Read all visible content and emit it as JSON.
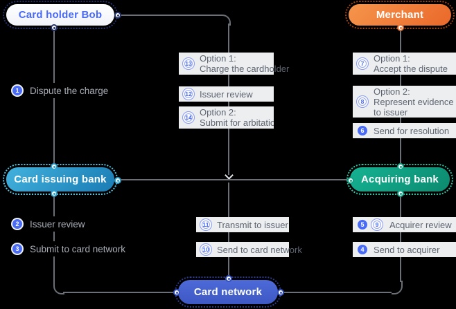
{
  "diagram": {
    "background": "#000000",
    "line_color": "#6b7077",
    "accent_blue": "#4a6bf5",
    "label_box_bg": "#edeef0",
    "label_box_text": "#5d6470",
    "dark_label_text": "#a9aeb6"
  },
  "nodes": {
    "card_holder": {
      "label": "Card holder Bob",
      "fill": "#ffffff",
      "text_color": "#4a6bf5",
      "border_color": "#26346e"
    },
    "merchant": {
      "label": "Merchant",
      "fill_from": "#f5954c",
      "fill_to": "#ea682a",
      "text_color": "#ffffff",
      "border_color": "#a34617"
    },
    "card_issuing_bank": {
      "label": "Card issuing bank",
      "fill_from": "#42b1dc",
      "fill_to": "#1a7cb4",
      "text_color": "#ffffff",
      "border_color": "#59c4df"
    },
    "acquiring_bank": {
      "label": "Acquiring bank",
      "fill_from": "#15b292",
      "fill_to": "#0c8a6f",
      "text_color": "#ffffff",
      "border_color": "#2fc3a4"
    },
    "card_network": {
      "label": "Card network",
      "fill_from": "#4d6ad8",
      "fill_to": "#3e58c4",
      "text_color": "#ffffff",
      "border_color": "#2c3c8a"
    }
  },
  "steps": {
    "s1": {
      "num": "1",
      "style": "filled",
      "text": "Dispute the charge"
    },
    "s2": {
      "num": "2",
      "style": "filled",
      "text": "Issuer review"
    },
    "s3": {
      "num": "3",
      "style": "filled",
      "text": "Submit to card network"
    },
    "s4": {
      "num": "4",
      "style": "filled",
      "text": "Send to acquirer"
    },
    "s5": {
      "num": "5",
      "style": "filled"
    },
    "s9": {
      "num": "9",
      "style": "outline"
    },
    "s5_9_text": "Acquirer review",
    "s6": {
      "num": "6",
      "style": "filled",
      "text": "Send for resolution"
    },
    "s7": {
      "num": "7",
      "style": "outline",
      "line1": "Option 1:",
      "line2": "Accept the dispute"
    },
    "s8": {
      "num": "8",
      "style": "outline",
      "line1": "Option 2:",
      "line2": "Represent evidence",
      "line3": "to issuer"
    },
    "s10": {
      "num": "10",
      "style": "outline",
      "text": "Send to card network"
    },
    "s11": {
      "num": "11",
      "style": "outline",
      "text": "Transmit to issuer"
    },
    "s12": {
      "num": "12",
      "style": "outline",
      "text": "Issuer review"
    },
    "s13": {
      "num": "13",
      "style": "outline",
      "line1": "Option 1:",
      "line2": "Charge the cardholder"
    },
    "s14": {
      "num": "14",
      "style": "outline",
      "line1": "Option 2:",
      "line2": "Submit for arbitation"
    }
  }
}
